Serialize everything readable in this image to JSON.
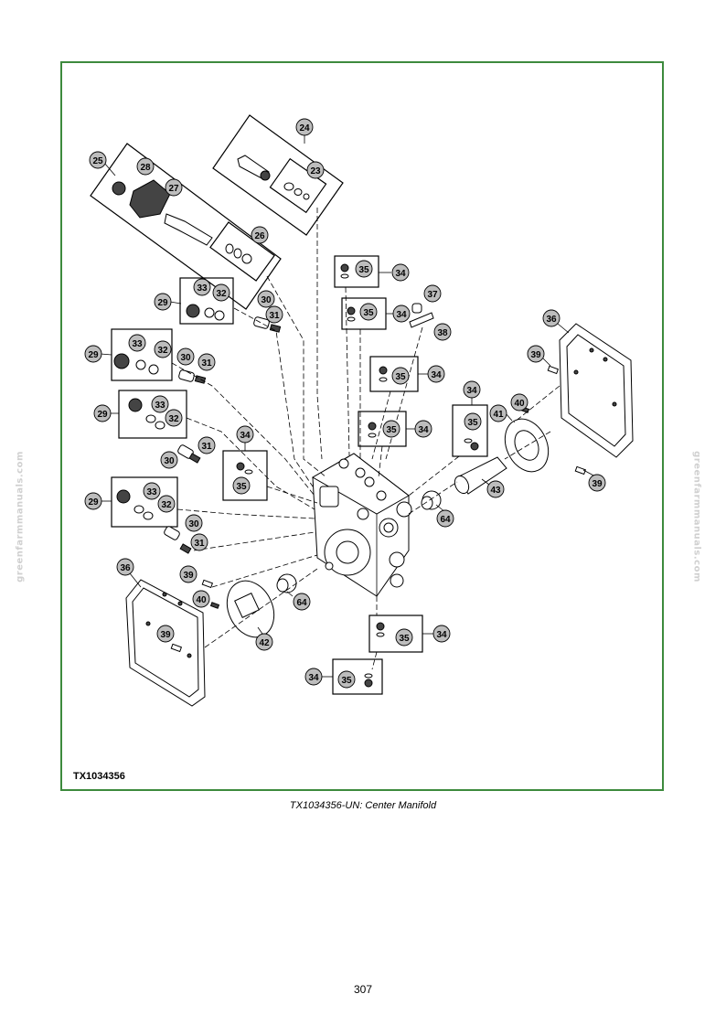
{
  "figure": {
    "id_label": "TX1034356",
    "caption": "TX1034356-UN: Center Manifold",
    "page_number": "307",
    "watermark": "greenfarmmanuals.com",
    "frame_color": "#3d8a3d"
  },
  "callouts": {
    "c23": "23",
    "c24": "24",
    "c25": "25",
    "c26": "26",
    "c27": "27",
    "c28": "28",
    "c29a": "29",
    "c29b": "29",
    "c29c": "29",
    "c29d": "29",
    "c30a": "30",
    "c30b": "30",
    "c30c": "30",
    "c30d": "30",
    "c31a": "31",
    "c31b": "31",
    "c31c": "31",
    "c31d": "31",
    "c32a": "32",
    "c32b": "32",
    "c32c": "32",
    "c32d": "32",
    "c33a": "33",
    "c33b": "33",
    "c33c": "33",
    "c33d": "33",
    "c34a": "34",
    "c34b": "34",
    "c34c": "34",
    "c34d": "34",
    "c34e": "34",
    "c34f": "34",
    "c34g": "34",
    "c34h": "34",
    "c35a": "35",
    "c35b": "35",
    "c35c": "35",
    "c35d": "35",
    "c35e": "35",
    "c35f": "35",
    "c35g": "35",
    "c35h": "35",
    "c36a": "36",
    "c36b": "36",
    "c37": "37",
    "c38": "38",
    "c39a": "39",
    "c39b": "39",
    "c39c": "39",
    "c39d": "39",
    "c40a": "40",
    "c40b": "40",
    "c41": "41",
    "c42": "42",
    "c43": "43",
    "c64a": "64",
    "c64b": "64"
  }
}
